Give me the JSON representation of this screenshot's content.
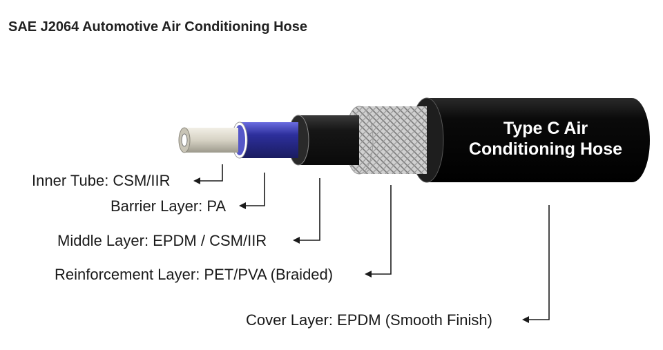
{
  "title": "SAE J2064 Automotive Air Conditioning Hose",
  "hose_label": {
    "line1": "Type C Air",
    "line2": "Conditioning Hose"
  },
  "layers": {
    "inner": "Inner Tube: CSM/IIR",
    "barrier": "Barrier Layer: PA",
    "middle": "Middle Layer: EPDM / CSM/IIR",
    "reinforcement": "Reinforcement Layer: PET/PVA (Braided)",
    "cover": "Cover Layer: EPDM (Smooth Finish)"
  },
  "colors": {
    "cover": "#0a0a0a",
    "braid": "#c8c8c8",
    "middle": "#1c1c1c",
    "barrier": "#2d2f9c",
    "inner": "#d8d4c6",
    "text": "#1a1a1a"
  }
}
